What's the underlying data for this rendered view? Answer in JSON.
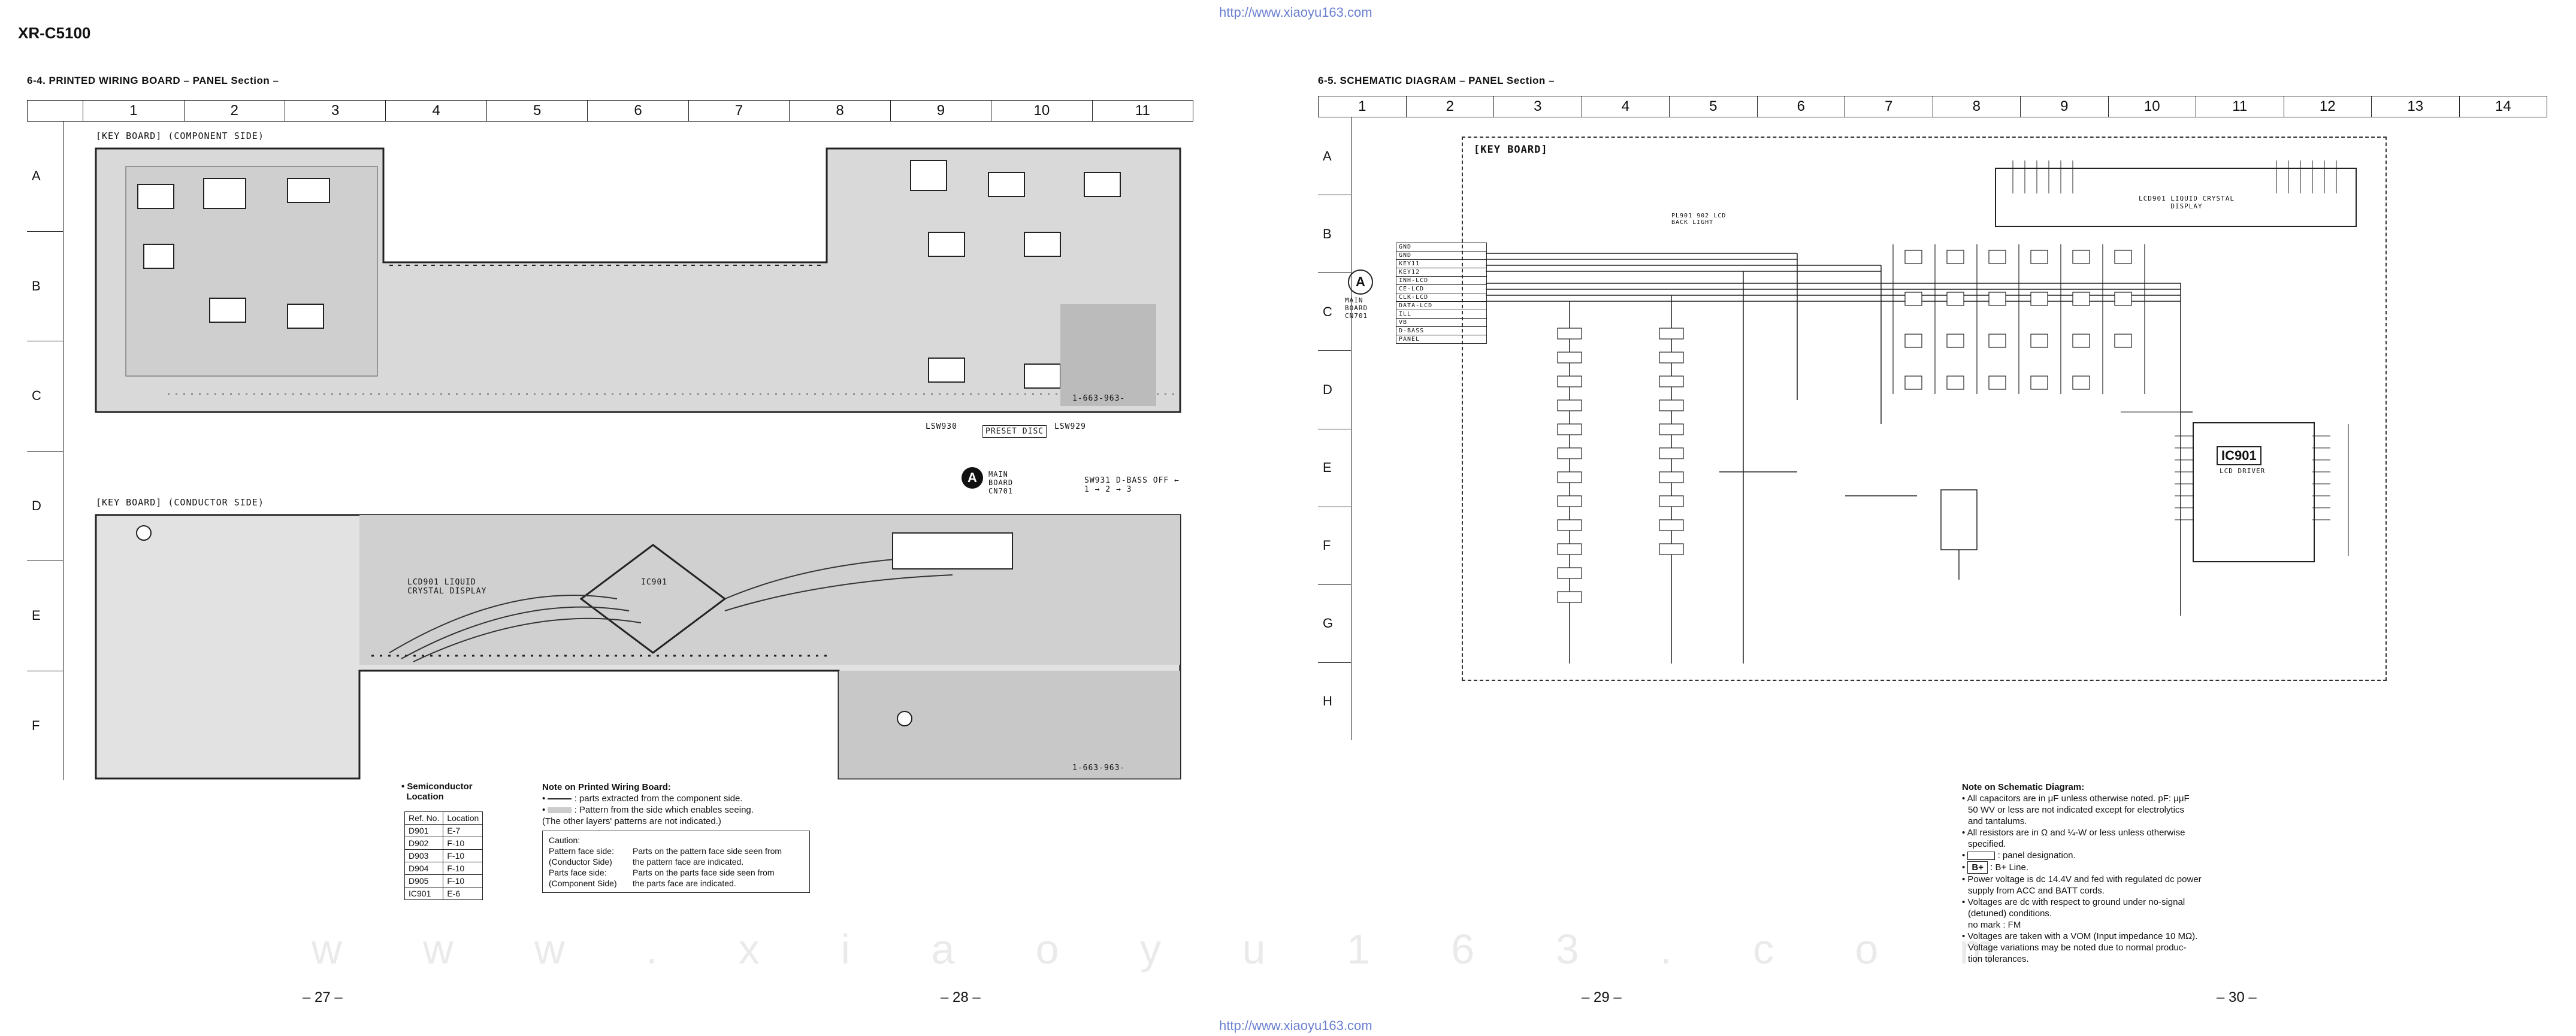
{
  "header": {
    "model": "XR-C5100",
    "url_top": "http://www.xiaoyu163.com",
    "url_bottom": "http://www.xiaoyu163.com"
  },
  "left_section": {
    "title": "6-4.  PRINTED  WIRING  BOARD  – PANEL Section –",
    "columns": [
      "1",
      "2",
      "3",
      "4",
      "5",
      "6",
      "7",
      "8",
      "9",
      "10",
      "11"
    ],
    "rows": [
      "A",
      "B",
      "C",
      "D",
      "E",
      "F"
    ],
    "component_side_label": "[KEY BOARD] (COMPONENT SIDE)",
    "conductor_side_label": "[KEY BOARD] (CONDUCTOR SIDE)",
    "main_board_label": "MAIN BOARD CN701",
    "main_board_marker": "A",
    "lcd_label": "LCD901 LIQUID CRYSTAL DISPLAY",
    "ic_label": "IC901",
    "switch_labels": [
      "LSW930",
      "PRESET DISC",
      "LSW929"
    ],
    "sw931_label": "SW931 D-BASS OFF ← 1 → 2 → 3",
    "board_code_1": "1-663-963-",
    "board_code_2": "1-663-963-"
  },
  "semiconductor": {
    "title": "• Semiconductor\n  Location",
    "headers": [
      "Ref. No.",
      "Location"
    ],
    "rows": [
      [
        "D901",
        "E-7"
      ],
      [
        "D902",
        "F-10"
      ],
      [
        "D903",
        "F-10"
      ],
      [
        "D904",
        "F-10"
      ],
      [
        "D905",
        "F-10"
      ],
      [
        "IC901",
        "E-6"
      ]
    ]
  },
  "pwb_note": {
    "title": "Note on Printed Wiring Board:",
    "line1": ": parts extracted from the component side.",
    "line2": ": Pattern from the side which enables seeing.",
    "line3": "(The other layers' patterns are not indicated.)",
    "caution_title": "Caution:",
    "caution_rows": [
      [
        "Pattern face side:",
        "Parts on the pattern face side seen from"
      ],
      [
        "(Conductor Side)",
        "the pattern face are indicated."
      ],
      [
        "Parts face side:",
        "Parts on the parts face side seen from"
      ],
      [
        "(Component Side)",
        "the parts face are indicated."
      ]
    ]
  },
  "right_section": {
    "title": "6-5.  SCHEMATIC  DIAGRAM  – PANEL Section –",
    "columns": [
      "1",
      "2",
      "3",
      "4",
      "5",
      "6",
      "7",
      "8",
      "9",
      "10",
      "11",
      "12",
      "13",
      "14"
    ],
    "rows": [
      "A",
      "B",
      "C",
      "D",
      "E",
      "F",
      "G",
      "H"
    ],
    "key_board_label": "[KEY BOARD]",
    "lcd_label": "LCD901 LIQUID CRYSTAL DISPLAY",
    "ic_name": "IC901",
    "ic_sub": "LCD DRIVER",
    "main_board_marker": "A",
    "main_board_label": "MAIN BOARD CN701",
    "connector_pins": [
      "GND",
      "GND",
      "KEY11",
      "KEY12",
      "INH-LCD",
      "CE-LCD",
      "CLK-LCD",
      "DATA-LCD",
      "ILL",
      "VB",
      "D-BASS",
      "PANEL"
    ],
    "plsw_label": "PL901 902 LCD BACK LIGHT"
  },
  "schematic_note": {
    "title": "Note on Schematic Diagram:",
    "items": [
      "All capacitors are in μF unless otherwise noted.  pF: μμF\n50 WV or less are not indicated except for electrolytics\nand tantalums.",
      "All resistors are in Ω and ¼-W or less unless otherwise\nspecified.",
      ": panel designation.",
      ": B+ Line.",
      "Power voltage is dc 14.4V and fed with regulated dc power\nsupply from ACC and BATT cords.",
      "Voltages are dc with respect to ground under no-signal\n(detuned) conditions.\nno mark : FM",
      "Voltages are taken with a VOM (Input impedance 10 MΩ).\nVoltage variations may be noted due to normal produc-\ntion tolerances."
    ],
    "bplus_box": "B+"
  },
  "pages": [
    "– 27 –",
    "– 28 –",
    "– 29 –",
    "– 30 –"
  ],
  "watermark": "w w w . x i a o y u 1 6 3 . c o m"
}
